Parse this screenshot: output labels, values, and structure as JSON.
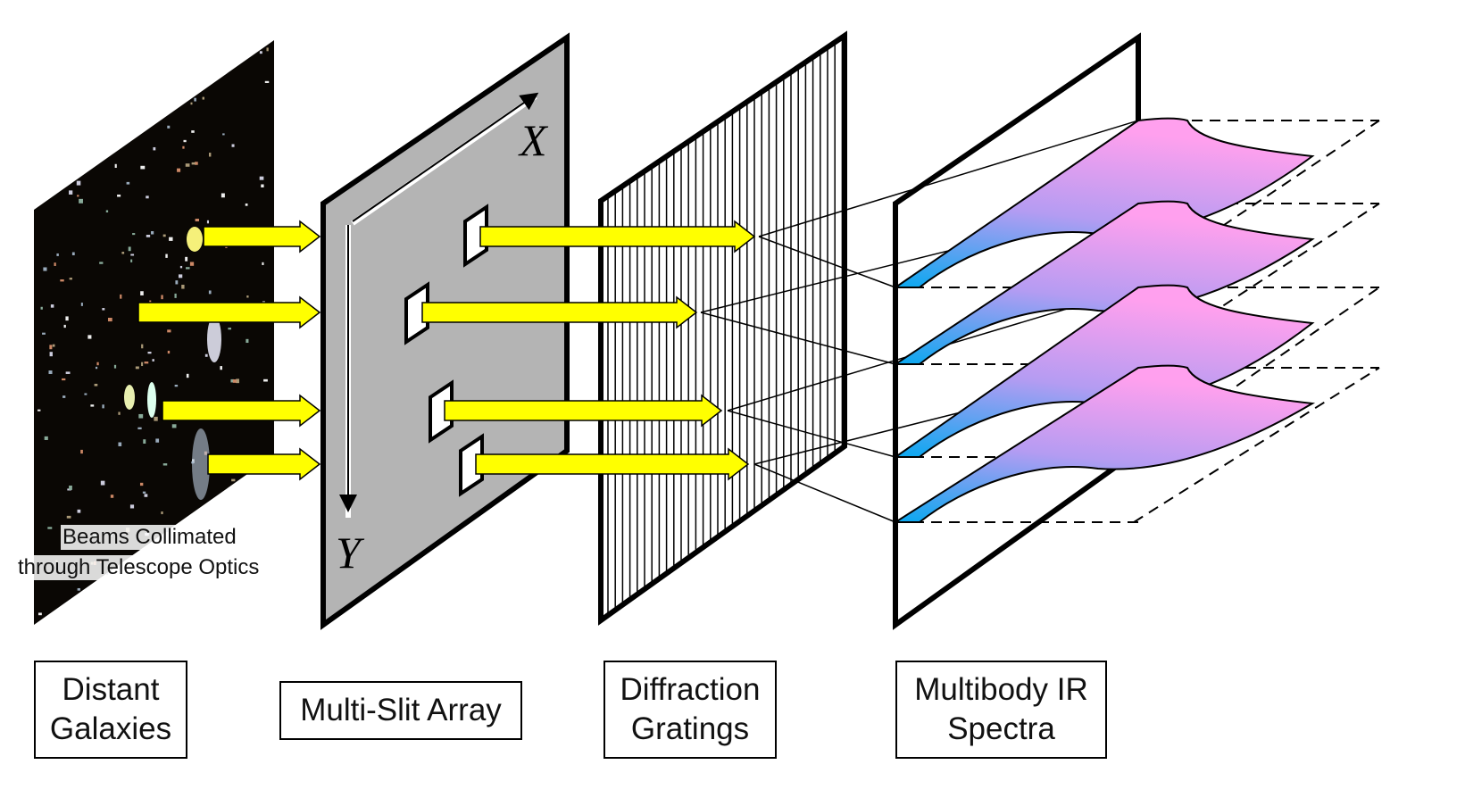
{
  "labels": {
    "galaxies": "Distant Galaxies",
    "slit_array": "Multi-Slit Array",
    "gratings": "Diffraction Gratings",
    "spectra": "Multibody IR Spectra"
  },
  "caption": {
    "line1": "Beams Collimated",
    "line2": "through Telescope Optics"
  },
  "axes": {
    "x": "X",
    "y": "Y"
  },
  "colors": {
    "beam": "#ffff00",
    "slit_panel": "#b4b4b4",
    "spectrum_blue": "#0aa0f0",
    "spectrum_pink": "#ff99ee",
    "sky": "#0a0704"
  }
}
